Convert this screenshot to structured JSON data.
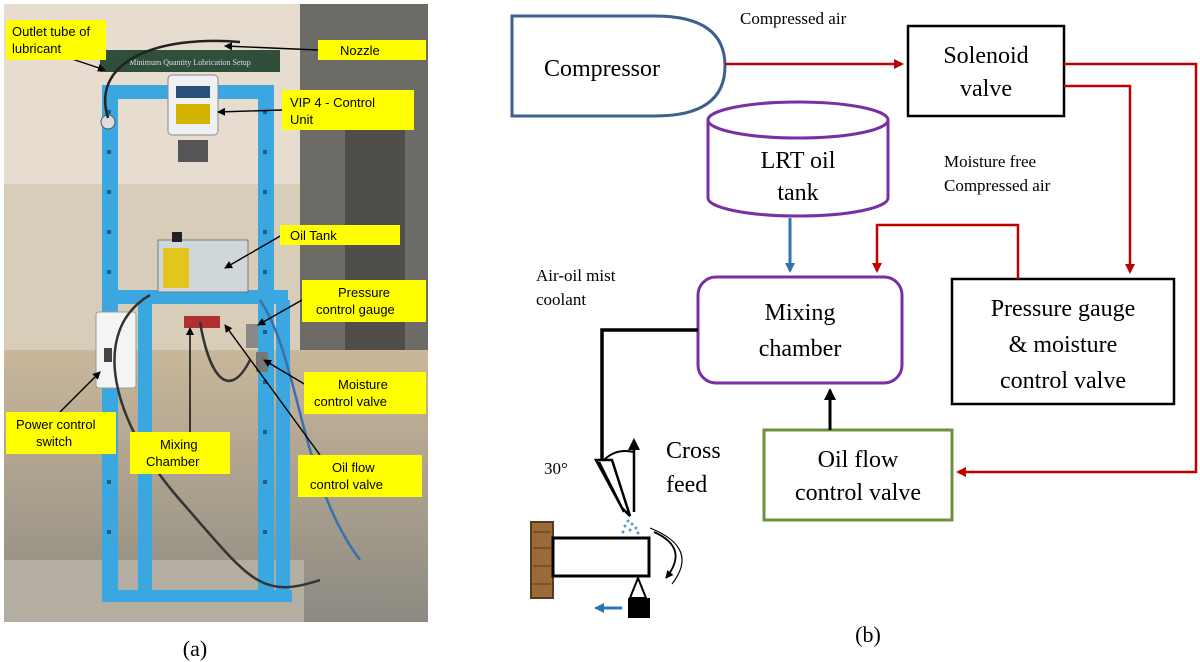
{
  "photo": {
    "caption": "(a)",
    "sign_text": "Minimum Quantity Lubrication Setup",
    "callouts": [
      {
        "id": "outlet-tube",
        "lines": [
          "Outlet tube of",
          "lubricant"
        ]
      },
      {
        "id": "nozzle",
        "lines": [
          "Nozzle"
        ]
      },
      {
        "id": "vip4",
        "lines": [
          "VIP 4 - Control",
          "Unit"
        ]
      },
      {
        "id": "oil-tank",
        "lines": [
          "Oil Tank"
        ]
      },
      {
        "id": "pressure-gauge",
        "lines": [
          "Pressure",
          "control gauge"
        ]
      },
      {
        "id": "moisture-valve",
        "lines": [
          "Moisture",
          "control valve"
        ]
      },
      {
        "id": "power-switch",
        "lines": [
          "Power control",
          "switch"
        ]
      },
      {
        "id": "mixing-chamber",
        "lines": [
          "Mixing",
          "Chamber"
        ]
      },
      {
        "id": "oil-flow-valve",
        "lines": [
          "Oil flow",
          "control valve"
        ]
      }
    ]
  },
  "diagram": {
    "caption": "(b)",
    "nodes": {
      "compressor": {
        "lines": [
          "Compressor"
        ],
        "color": "#3f5f8f"
      },
      "solenoid": {
        "lines": [
          "Solenoid",
          "valve"
        ],
        "color": "#000000"
      },
      "oil_tank": {
        "lines": [
          "LRT oil",
          "tank"
        ],
        "color": "#7a2fa3"
      },
      "mixing": {
        "lines": [
          "Mixing",
          "chamber"
        ],
        "color": "#7a2fa3"
      },
      "pressure": {
        "lines": [
          "Pressure gauge",
          "& moisture",
          "control valve"
        ],
        "color": "#000000"
      },
      "oil_flow": {
        "lines": [
          "Oil flow",
          "control valve"
        ],
        "color": "#6f8f3f"
      }
    },
    "labels": {
      "compressed_air": "Compressed air",
      "moisture_free": [
        "Moisture free",
        "Compressed air"
      ],
      "air_oil": [
        "Air-oil mist",
        "coolant"
      ],
      "angle": "30°",
      "cross_feed": [
        "Cross",
        "feed"
      ]
    },
    "colors": {
      "air_line": "#c00000",
      "oil_line": "#2e75b6",
      "mist_line": "#000000"
    }
  }
}
